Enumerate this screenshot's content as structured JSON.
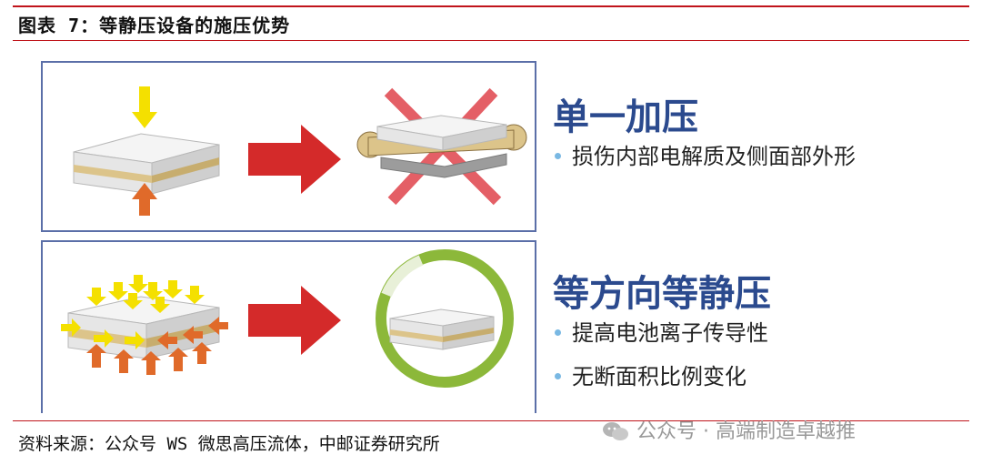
{
  "figure_title": "图表 7：等静压设备的施压优势",
  "section1": {
    "heading": "单一加压",
    "bullets": [
      "损伤内部电解质及侧面部外形"
    ]
  },
  "section2": {
    "heading": "等方向等静压",
    "bullets": [
      "提高电池离子传导性",
      "无断面积比例变化"
    ]
  },
  "source": "资料来源：公众号 WS 微思高压流体，中邮证券研究所",
  "watermark": "公众号 · 高端制造卓越推",
  "colors": {
    "accent_red": "#c0141b",
    "heading_blue": "#2b4a8e",
    "bullet_blue": "#79b8e3",
    "arrow_red": "#d42a2a",
    "press_yellow": "#f4e000",
    "press_orange": "#e06a2a",
    "ring_green": "#8cb83a"
  }
}
